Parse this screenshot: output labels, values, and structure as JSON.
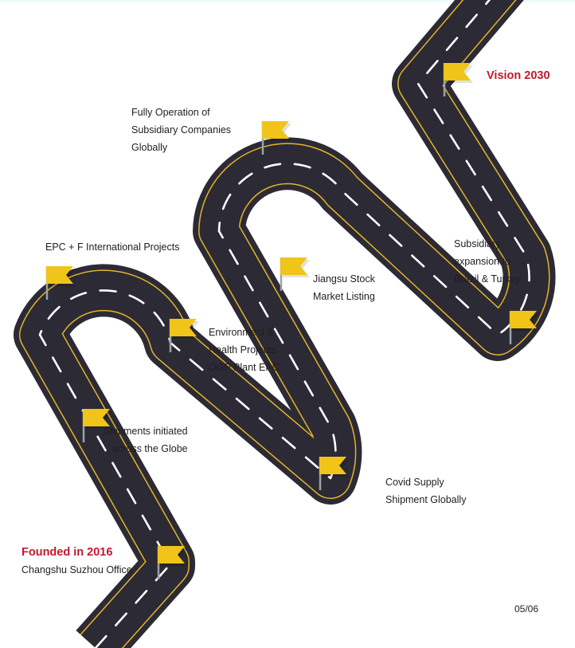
{
  "timeline": {
    "colors": {
      "road": "#2b2a35",
      "road_edge": "#e3b42a",
      "dash": "#ffffff",
      "flag": "#f0c419",
      "pole": "#9aa3aa",
      "accent_text": "#c11a2b"
    },
    "milestones": [
      {
        "title": "Founded in 2016",
        "lines": [
          "Changshu Suzhou Office"
        ]
      },
      {
        "title": "",
        "lines": [
          "Shipments initiated",
          "across the Globe"
        ]
      },
      {
        "title": "",
        "lines": [
          "EPC + F International Projects"
        ]
      },
      {
        "title": "",
        "lines": [
          "Environment &",
          "Health Projects",
          "OGP Plant EPC"
        ]
      },
      {
        "title": "",
        "lines": [
          "Covid Supply",
          "Shipment Globally"
        ]
      },
      {
        "title": "",
        "lines": [
          "Jiangsu Stock",
          "Market Listing"
        ]
      },
      {
        "title": "",
        "lines": [
          "Fully Operation of",
          "Subsidiary Companies",
          "Globally"
        ]
      },
      {
        "title": "",
        "lines": [
          "Subsidiary",
          "expansion to",
          "Brazil & Turkey"
        ]
      },
      {
        "title": "Vision 2030",
        "lines": []
      }
    ]
  },
  "footer": {
    "page_indicator": "05/06"
  }
}
